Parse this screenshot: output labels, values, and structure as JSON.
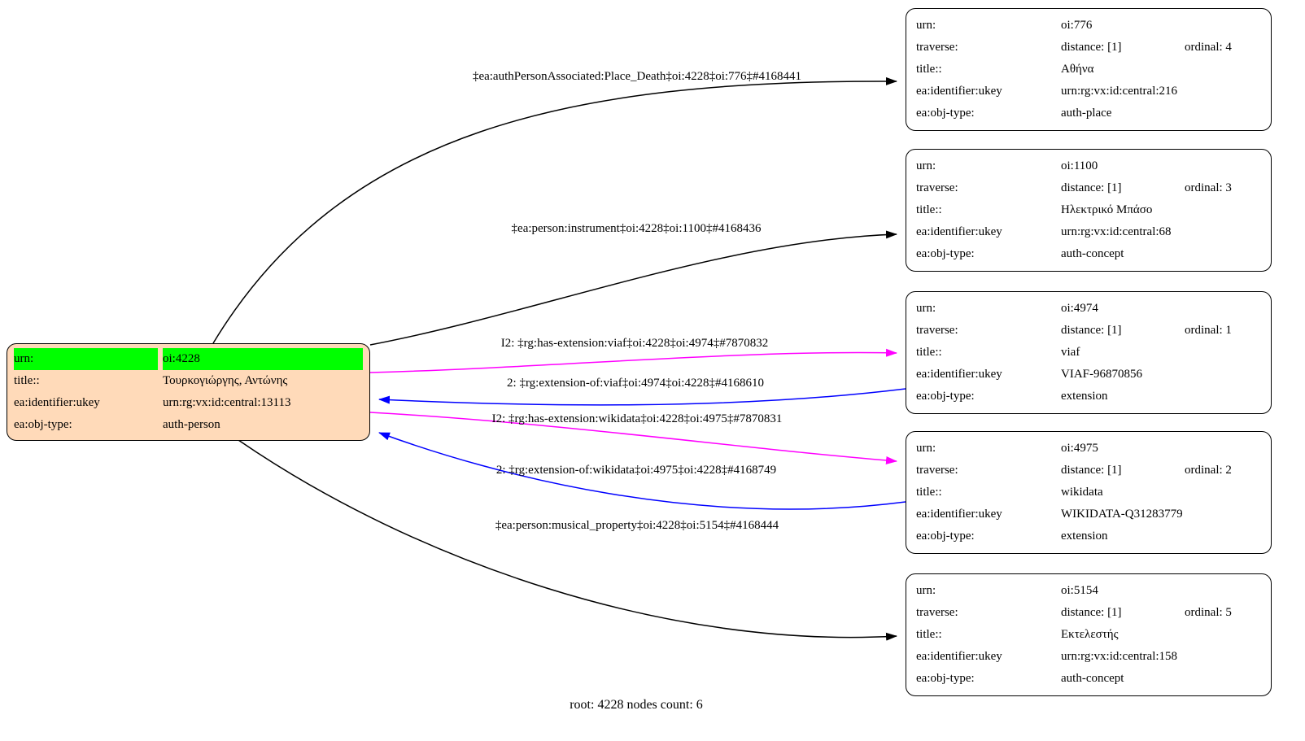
{
  "caption": "root: 4228 nodes count: 6",
  "labels": {
    "urn": "urn:",
    "traverse": "traverse:",
    "title": "title::",
    "ukey": "ea:identifier:ukey",
    "objtype": "ea:obj-type:"
  },
  "root": {
    "urn": "oi:4228",
    "title": "Τουρκογιώργης, Αντώνης",
    "ukey": "urn:rg:vx:id:central:13113",
    "objtype": "auth-person",
    "fill_color": "#FFDAB9",
    "highlight_color": "#00FF00"
  },
  "nodes": [
    {
      "urn": "oi:776",
      "distance": "distance: [1]",
      "ordinal": "ordinal: 4",
      "title": "Αθήνα",
      "ukey": "urn:rg:vx:id:central:216",
      "objtype": "auth-place"
    },
    {
      "urn": "oi:1100",
      "distance": "distance: [1]",
      "ordinal": "ordinal: 3",
      "title": "Ηλεκτρικό Μπάσο",
      "ukey": "urn:rg:vx:id:central:68",
      "objtype": "auth-concept"
    },
    {
      "urn": "oi:4974",
      "distance": "distance: [1]",
      "ordinal": "ordinal: 1",
      "title": "viaf",
      "ukey": "VIAF-96870856",
      "objtype": "extension"
    },
    {
      "urn": "oi:4975",
      "distance": "distance: [1]",
      "ordinal": "ordinal: 2",
      "title": "wikidata",
      "ukey": "WIKIDATA-Q31283779",
      "objtype": "extension"
    },
    {
      "urn": "oi:5154",
      "distance": "distance: [1]",
      "ordinal": "ordinal: 5",
      "title": "Εκτελεστής",
      "ukey": "urn:rg:vx:id:central:158",
      "objtype": "auth-concept"
    }
  ],
  "edges": [
    {
      "label": "‡ea:authPersonAssociated:Place_Death‡oi:4228‡oi:776‡#4168441",
      "color": "#000000"
    },
    {
      "label": "‡ea:person:instrument‡oi:4228‡oi:1100‡#4168436",
      "color": "#000000"
    },
    {
      "label": "I2: ‡rg:has-extension:viaf‡oi:4228‡oi:4974‡#7870832",
      "color": "#FF00FF"
    },
    {
      "label": "2: ‡rg:extension-of:viaf‡oi:4974‡oi:4228‡#4168610",
      "color": "#0000FF"
    },
    {
      "label": "I2: ‡rg:has-extension:wikidata‡oi:4228‡oi:4975‡#7870831",
      "color": "#FF00FF"
    },
    {
      "label": "2: ‡rg:extension-of:wikidata‡oi:4975‡oi:4228‡#4168749",
      "color": "#0000FF"
    },
    {
      "label": "‡ea:person:musical_property‡oi:4228‡oi:5154‡#4168444",
      "color": "#000000"
    }
  ]
}
